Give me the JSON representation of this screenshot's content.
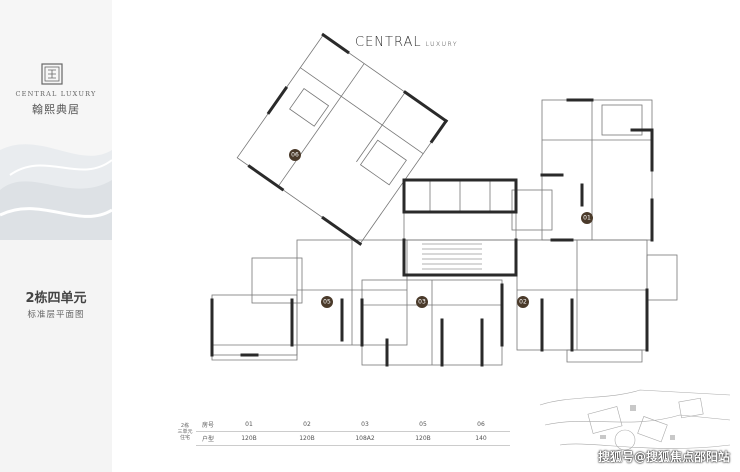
{
  "brand": {
    "name_en": "CENTRAL LUXURY",
    "name_cn": "翰熙典居",
    "logo_icon": "seal-logo-icon"
  },
  "plan": {
    "heading_main": "CENTRAL",
    "heading_sub": "LUXURY",
    "title": "2栋四单元",
    "subtitle": "标准层平面图",
    "unit_markers": [
      "06",
      "01",
      "05",
      "03",
      "02"
    ]
  },
  "table": {
    "row_header": "2栋\n三单元\n住宅",
    "label_room": "房号",
    "label_type": "户型",
    "rooms": [
      "01",
      "02",
      "03",
      "05",
      "06"
    ],
    "types": [
      "120B",
      "120B",
      "108A2",
      "120B",
      "140"
    ]
  },
  "watermark": "搜狐号@搜狐焦点邵阳站",
  "colors": {
    "wall": "#2a2a2a",
    "line": "#777777",
    "marker": "#4a3a2a",
    "sidebar": "#f4f4f4"
  }
}
